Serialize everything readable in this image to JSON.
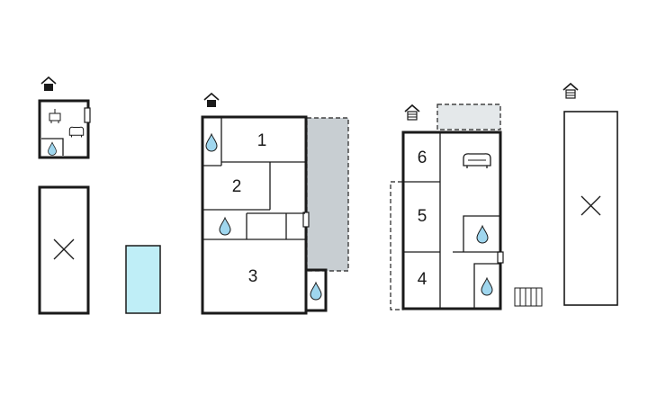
{
  "rooms": {
    "r1": "1",
    "r2": "2",
    "r3": "3",
    "r4": "4",
    "r5": "5",
    "r6": "6"
  },
  "icons": {
    "house": "house-icon",
    "house_stairs": "house-stairs-icon",
    "water": "water-drop-icon",
    "sofa": "sofa-icon",
    "stove": "stove-icon",
    "radiator": "radiator-icon",
    "no_access": "x-mark-icon"
  },
  "colors": {
    "wall": "#1a1a1a",
    "terrace": "#c8ced2",
    "terrace_light": "#e4e8ea",
    "pool": "#bfeef7",
    "water_drop": "#9fd6ee"
  }
}
